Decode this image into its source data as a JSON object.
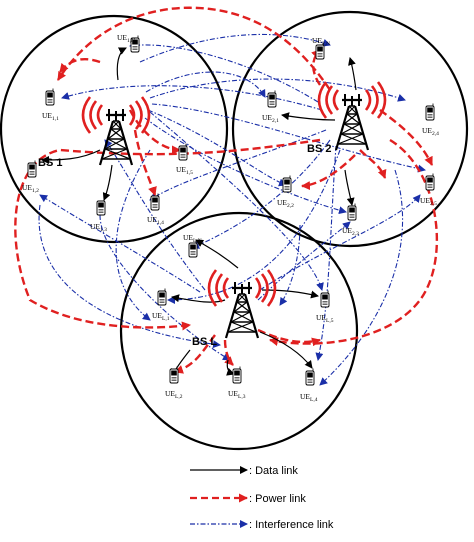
{
  "base_stations": [
    {
      "label": "BS 1"
    },
    {
      "label": "BS 2"
    },
    {
      "label": "BS L"
    }
  ],
  "user_equipment": {
    "cell1": [
      "UE1,N",
      "UE1,1",
      "UE1,2",
      "UE1,3",
      "UE1,4",
      "UE1,5"
    ],
    "cell2": [
      "UE2,N",
      "UE2,1",
      "UE2,4",
      "UE2,5",
      "UE2,2",
      "UE2,3"
    ],
    "cellL": [
      "UEL,N",
      "UEL,1",
      "UEL,5",
      "UEL,2",
      "UEL,3",
      "UEL,4"
    ]
  },
  "ue_labels": {
    "u1n": "UE",
    "u1n_sub": "1,N",
    "u11": "UE",
    "u11_sub": "1,1",
    "u12": "UE",
    "u12_sub": "1,2",
    "u13": "UE",
    "u13_sub": "1,3",
    "u14": "UE",
    "u14_sub": "1,4",
    "u15": "UE",
    "u15_sub": "1,5",
    "u2n": "UE",
    "u2n_sub": "2,N",
    "u21": "UE",
    "u21_sub": "2,1",
    "u24": "UE",
    "u24_sub": "2,4",
    "u25": "UE",
    "u25_sub": "2,5",
    "u22": "UE",
    "u22_sub": "2,2",
    "u23": "UE",
    "u23_sub": "2,3",
    "uln": "UE",
    "uln_sub": "L,N",
    "ul1": "UE",
    "ul1_sub": "L,1",
    "ul5": "UE",
    "ul5_sub": "L,5",
    "ul2": "UE",
    "ul2_sub": "L,2",
    "ul3": "UE",
    "ul3_sub": "L,3",
    "ul4": "UE",
    "ul4_sub": "L,4"
  },
  "legend": {
    "data": ": Data link",
    "power": ": Power link",
    "interference": ": Interference link"
  },
  "colors": {
    "data": "#000000",
    "power": "#e02020",
    "interference": "#1a2fa8"
  }
}
